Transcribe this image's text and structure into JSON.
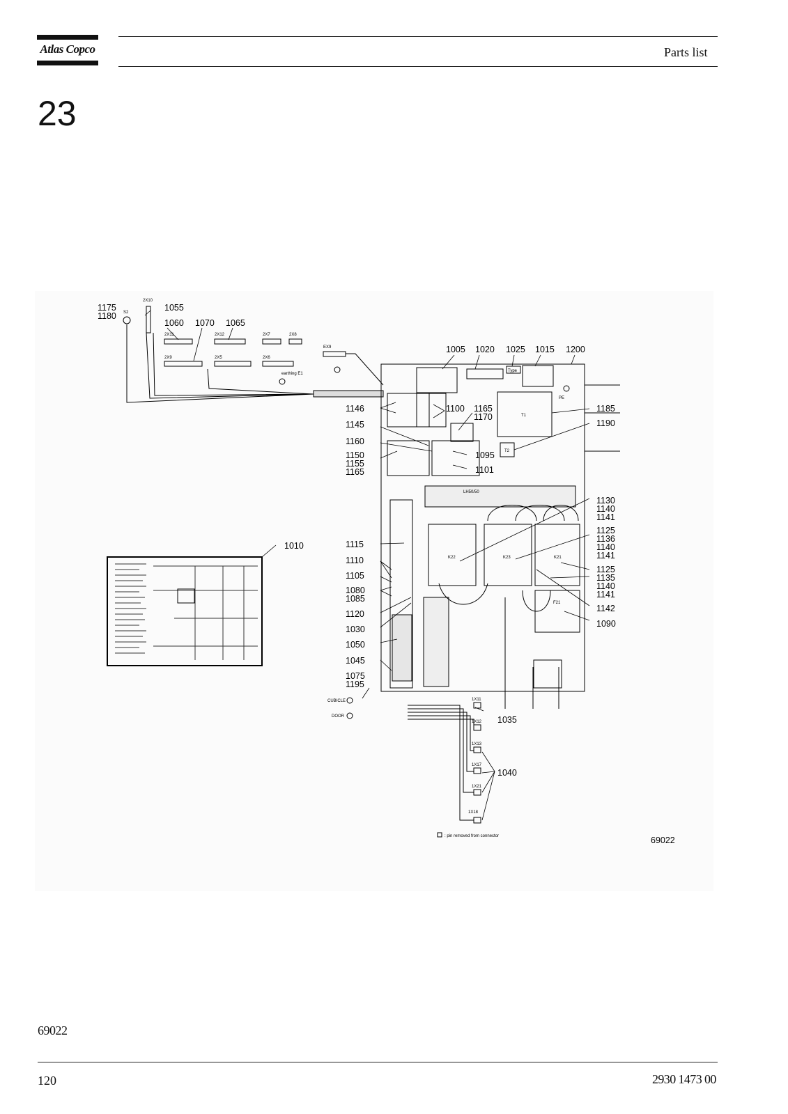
{
  "header": {
    "logo_text": "Atlas Copco",
    "section_title": "Parts list"
  },
  "section_number": "23",
  "drawing": {
    "figure_number": "69022",
    "legend_note": ": pin removed from connector",
    "component_labels": {
      "s2": "S2",
      "x10": "2X10",
      "x11": "2X11",
      "x12": "2X12",
      "x7": "2X7",
      "x8": "2X8",
      "x9": "2X9",
      "x5": "2X5",
      "x6": "2X6",
      "ex9": "EX9",
      "earthing": "earthing E1",
      "t1": "T1",
      "t2": "T2",
      "pe": "PE",
      "k22": "K22",
      "k23": "K23",
      "k21": "K21",
      "f21": "F21",
      "lh": "LH50/50",
      "type": "Type",
      "cubicle": "CUBICLE",
      "door": "DOOR",
      "c1x11": "1X11",
      "c1x12": "1X12",
      "c1x13": "1X13",
      "c1x17": "1X17",
      "c1x21": "1X21",
      "c1x18": "1X18"
    },
    "callouts": {
      "c1175": "1175",
      "c1180": "1180",
      "c1055": "1055",
      "c1060": "1060",
      "c1070": "1070",
      "c1065": "1065",
      "c1005": "1005",
      "c1020": "1020",
      "c1025": "1025",
      "c1015": "1015",
      "c1200": "1200",
      "c1146": "1146",
      "c1100": "1100",
      "c1165a": "1165",
      "c1170": "1170",
      "c1185": "1185",
      "c1145": "1145",
      "c1190": "1190",
      "c1160": "1160",
      "c1150": "1150",
      "c1155": "1155",
      "c1165b": "1165",
      "c1095": "1095",
      "c1101": "1101",
      "c1130": "1130",
      "c1140a": "1140",
      "c1141a": "1141",
      "c1010": "1010",
      "c1115": "1115",
      "c1125a": "1125",
      "c1136": "1136",
      "c1140b": "1140",
      "c1141b": "1141",
      "c1110": "1110",
      "c1125b": "1125",
      "c1105": "1105",
      "c1135": "1135",
      "c1140c": "1140",
      "c1141c": "1141",
      "c1080": "1080",
      "c1085": "1085",
      "c1142": "1142",
      "c1120": "1120",
      "c1090": "1090",
      "c1030": "1030",
      "c1050": "1050",
      "c1045": "1045",
      "c1075": "1075",
      "c1195": "1195",
      "c1035": "1035",
      "c1040": "1040"
    }
  },
  "footer": {
    "figure_caption": "69022",
    "page_number": "120",
    "doc_number": "2930 1473 00"
  }
}
